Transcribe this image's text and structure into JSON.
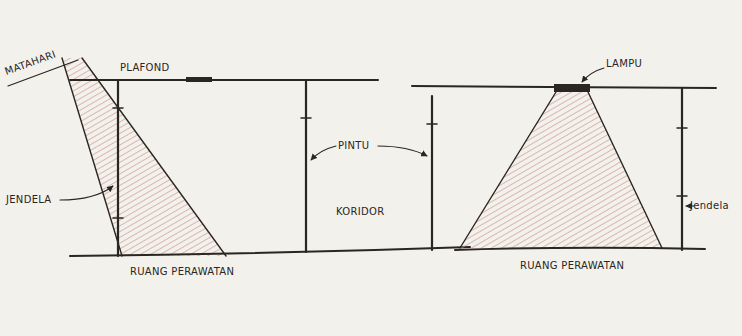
{
  "diagram": {
    "labels": [
      "MATAHARI",
      "PLAFOND",
      "JENDELA",
      "PINTU",
      "KORIDOR",
      "RUANG PERAWATAN",
      "LAMPU",
      "Jendela",
      "RUANG PERAWATAN"
    ]
  }
}
